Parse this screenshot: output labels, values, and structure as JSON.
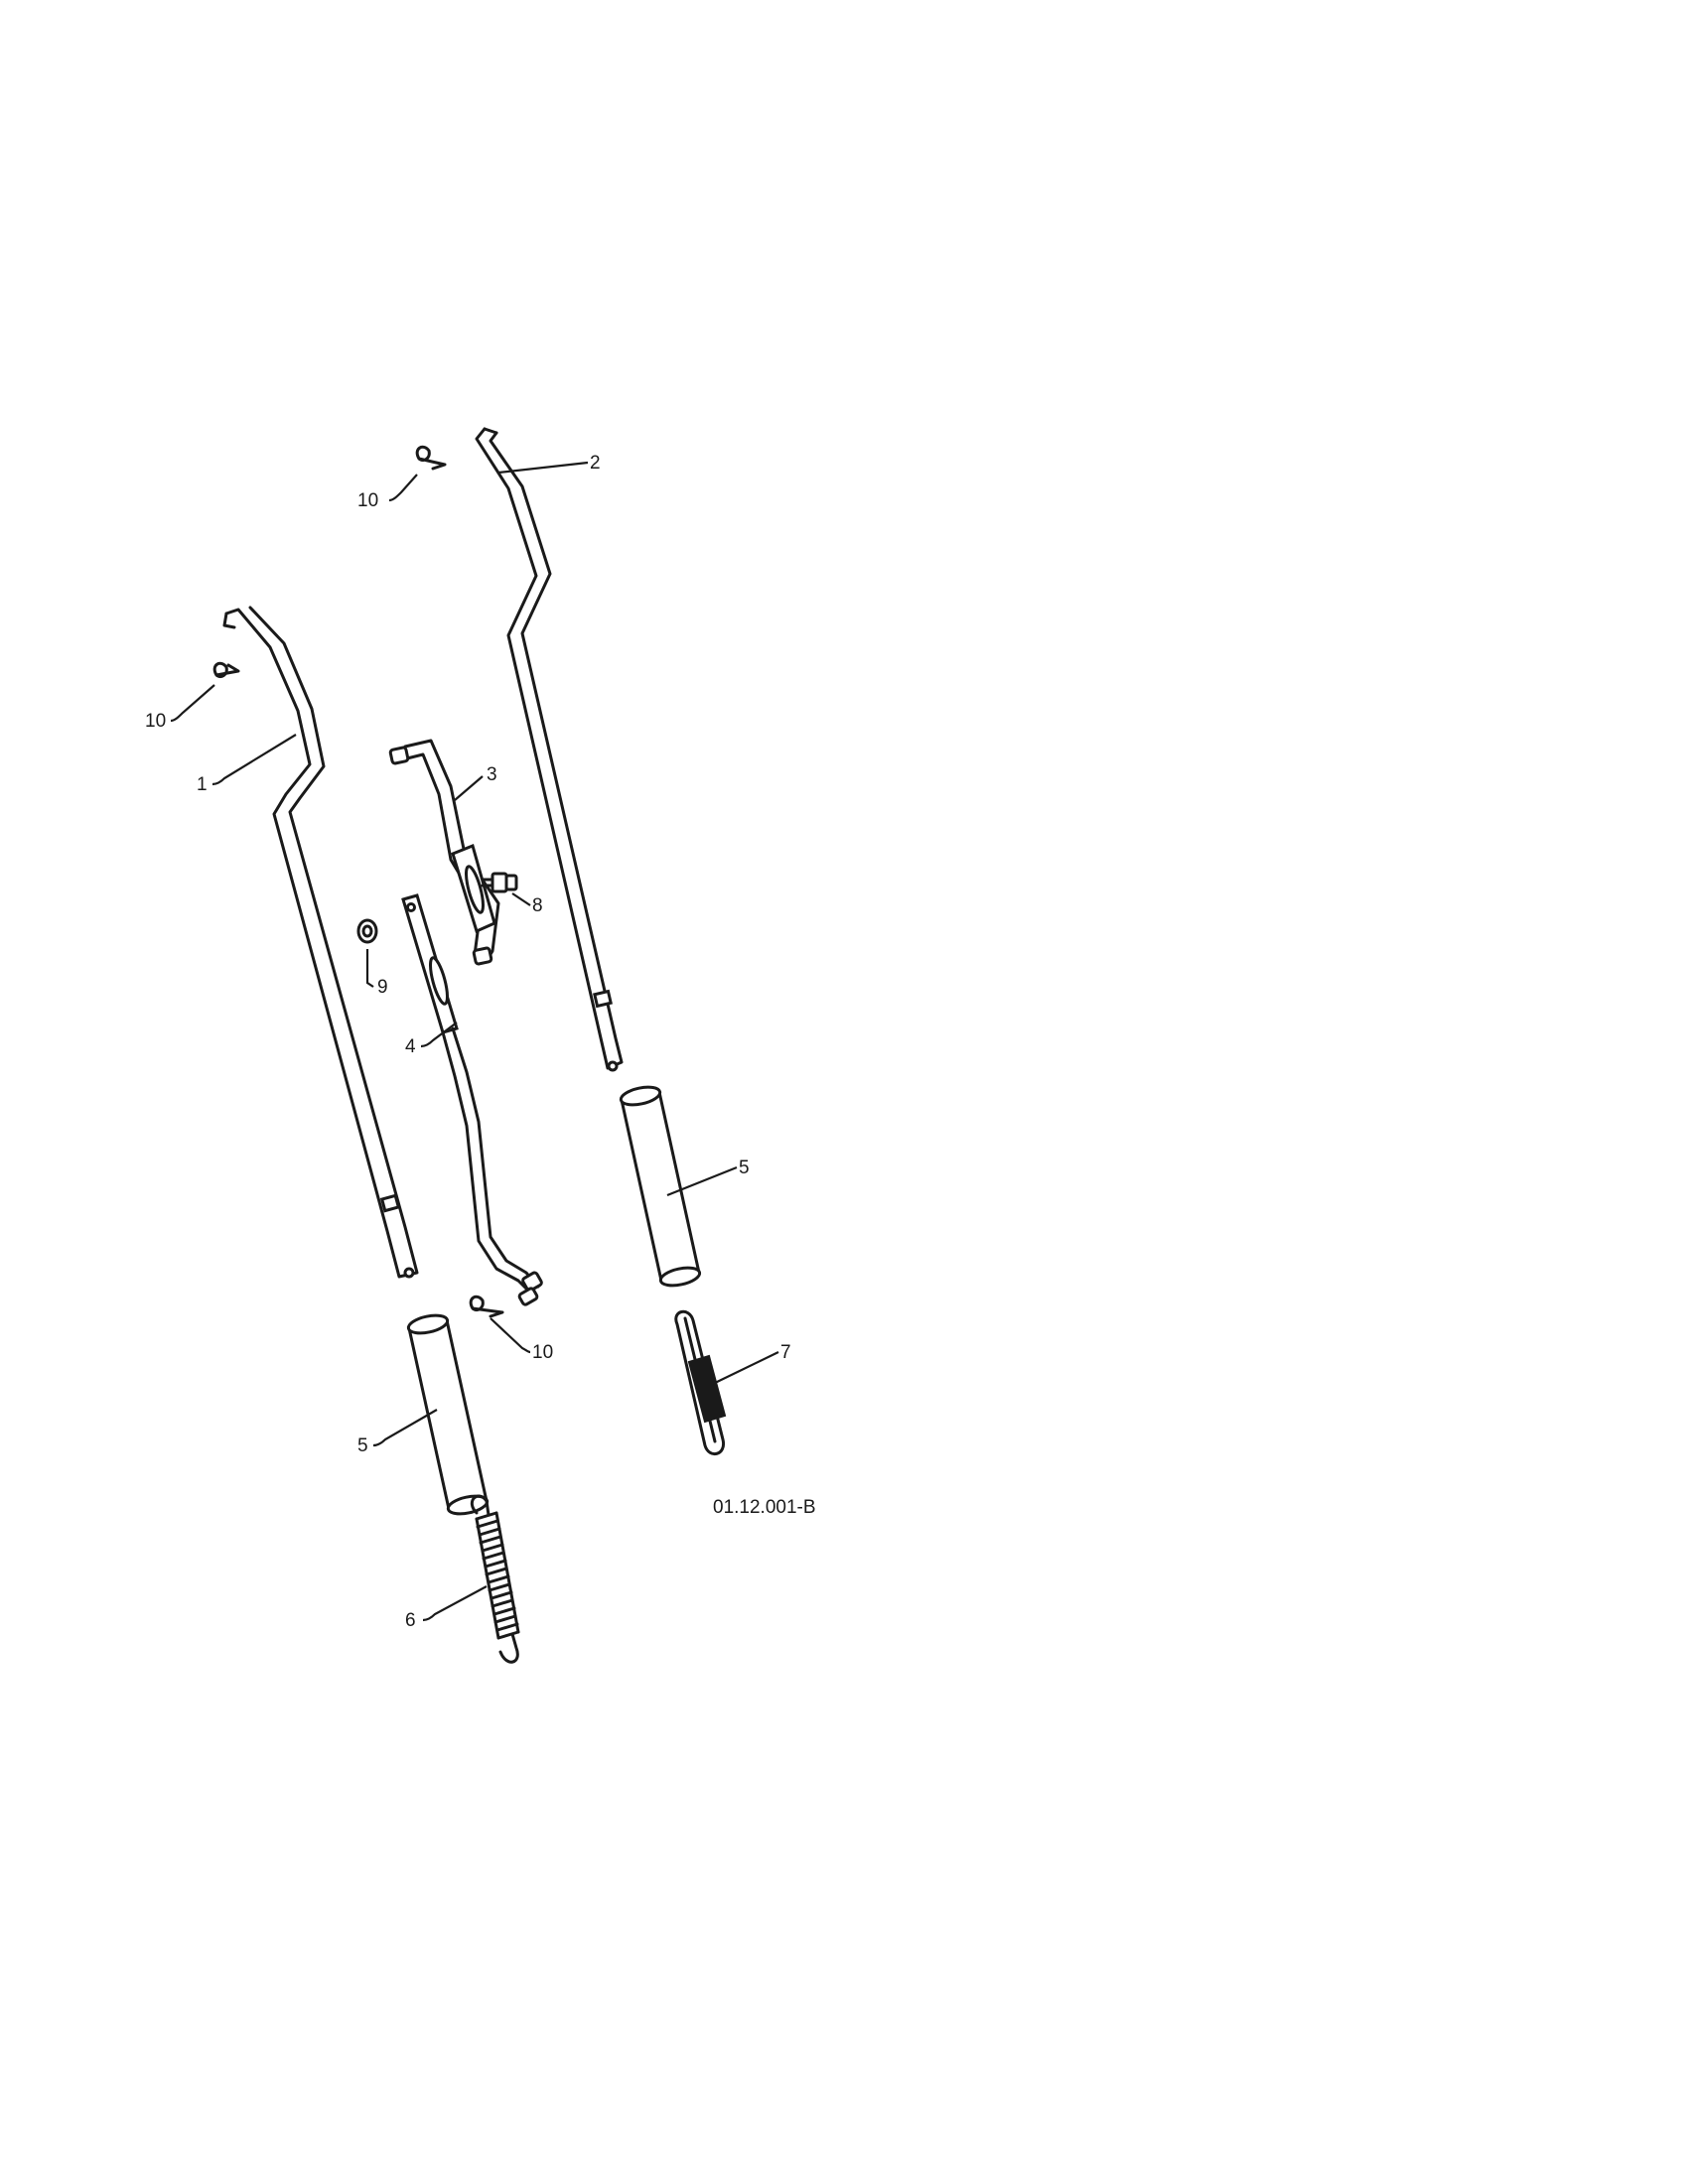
{
  "callouts": {
    "rod_1": "1",
    "rod_2": "2",
    "lever_3": "3",
    "lever_4": "4",
    "grip_5_left": "5",
    "grip_5_right": "5",
    "spring_6": "6",
    "spring_7": "7",
    "bolt_8": "8",
    "nut_9": "9",
    "clip_10_top": "10",
    "clip_10_left": "10",
    "clip_10_bottom": "10"
  },
  "drawing_code": "01.12.001-B"
}
